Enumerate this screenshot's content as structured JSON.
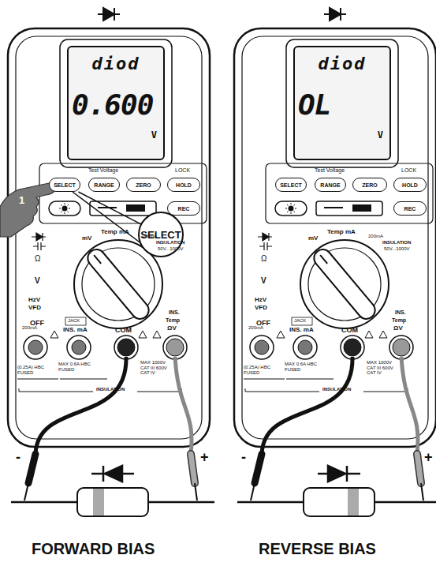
{
  "diagram": {
    "nodes": [
      {
        "text": [
          "diod",
          "0.600",
          "V"
        ]
      },
      {
        "text": [
          "SELECT"
        ]
      },
      {
        "text": [
          "RANGE"
        ]
      },
      {
        "text": [
          "ZERO"
        ]
      },
      {
        "text": [
          "HOLD"
        ]
      },
      {
        "text": [
          "REC"
        ]
      },
      {
        "text": [
          "SELECT"
        ]
      },
      {
        "text": [
          "diod",
          "OL",
          "V"
        ]
      },
      {
        "text": [
          "SELECT"
        ]
      },
      {
        "text": [
          "RANGE"
        ]
      },
      {
        "text": [
          "ZERO"
        ]
      },
      {
        "text": [
          "HOLD"
        ]
      },
      {
        "text": [
          "REC"
        ]
      }
    ],
    "edges": [
      {
        "from": 6,
        "to": 1,
        "arrow": "none"
      }
    ],
    "labels": [
      "Test Voltage",
      "LOCK",
      "mV",
      "Temp mA",
      "200mA",
      "INSULATION",
      "50V...1000V",
      "Ω",
      "V",
      "HzV",
      "VFD",
      "OFF",
      "200mA",
      "JACK",
      "INS. mA",
      "COM",
      "INS.",
      "Temp",
      "ΩV",
      "(0.25A) HBC FUSED",
      "MAX 0.6A HBC FUSED",
      "MAX 1000V CAT III 600V CAT IV",
      "INSULATION",
      "1",
      "-",
      "+",
      "FORWARD BIAS",
      "Test Voltage",
      "LOCK",
      "mV",
      "Temp mA",
      "200mA",
      "INSULATION",
      "50V...1000V",
      "Ω",
      "V",
      "HzV",
      "VFD",
      "OFF",
      "200mA",
      "JACK",
      "INS. mA",
      "COM",
      "INS.",
      "Temp",
      "ΩV",
      "(0.25A) HBC FUSED",
      "MAX 0.6A HBC FUSED",
      "MAX 1000V CAT III 600V CAT IV",
      "INSULATION",
      "-",
      "+",
      "REVERSE BIAS"
    ]
  }
}
